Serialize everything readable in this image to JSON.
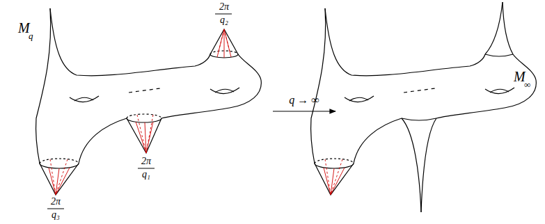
{
  "diagram": {
    "labels": [
      "M",
      "q",
      "2π",
      "q₂",
      "2π",
      "q₁",
      "2π",
      "q₃",
      "q → ∞",
      "M",
      "∞"
    ]
  }
}
